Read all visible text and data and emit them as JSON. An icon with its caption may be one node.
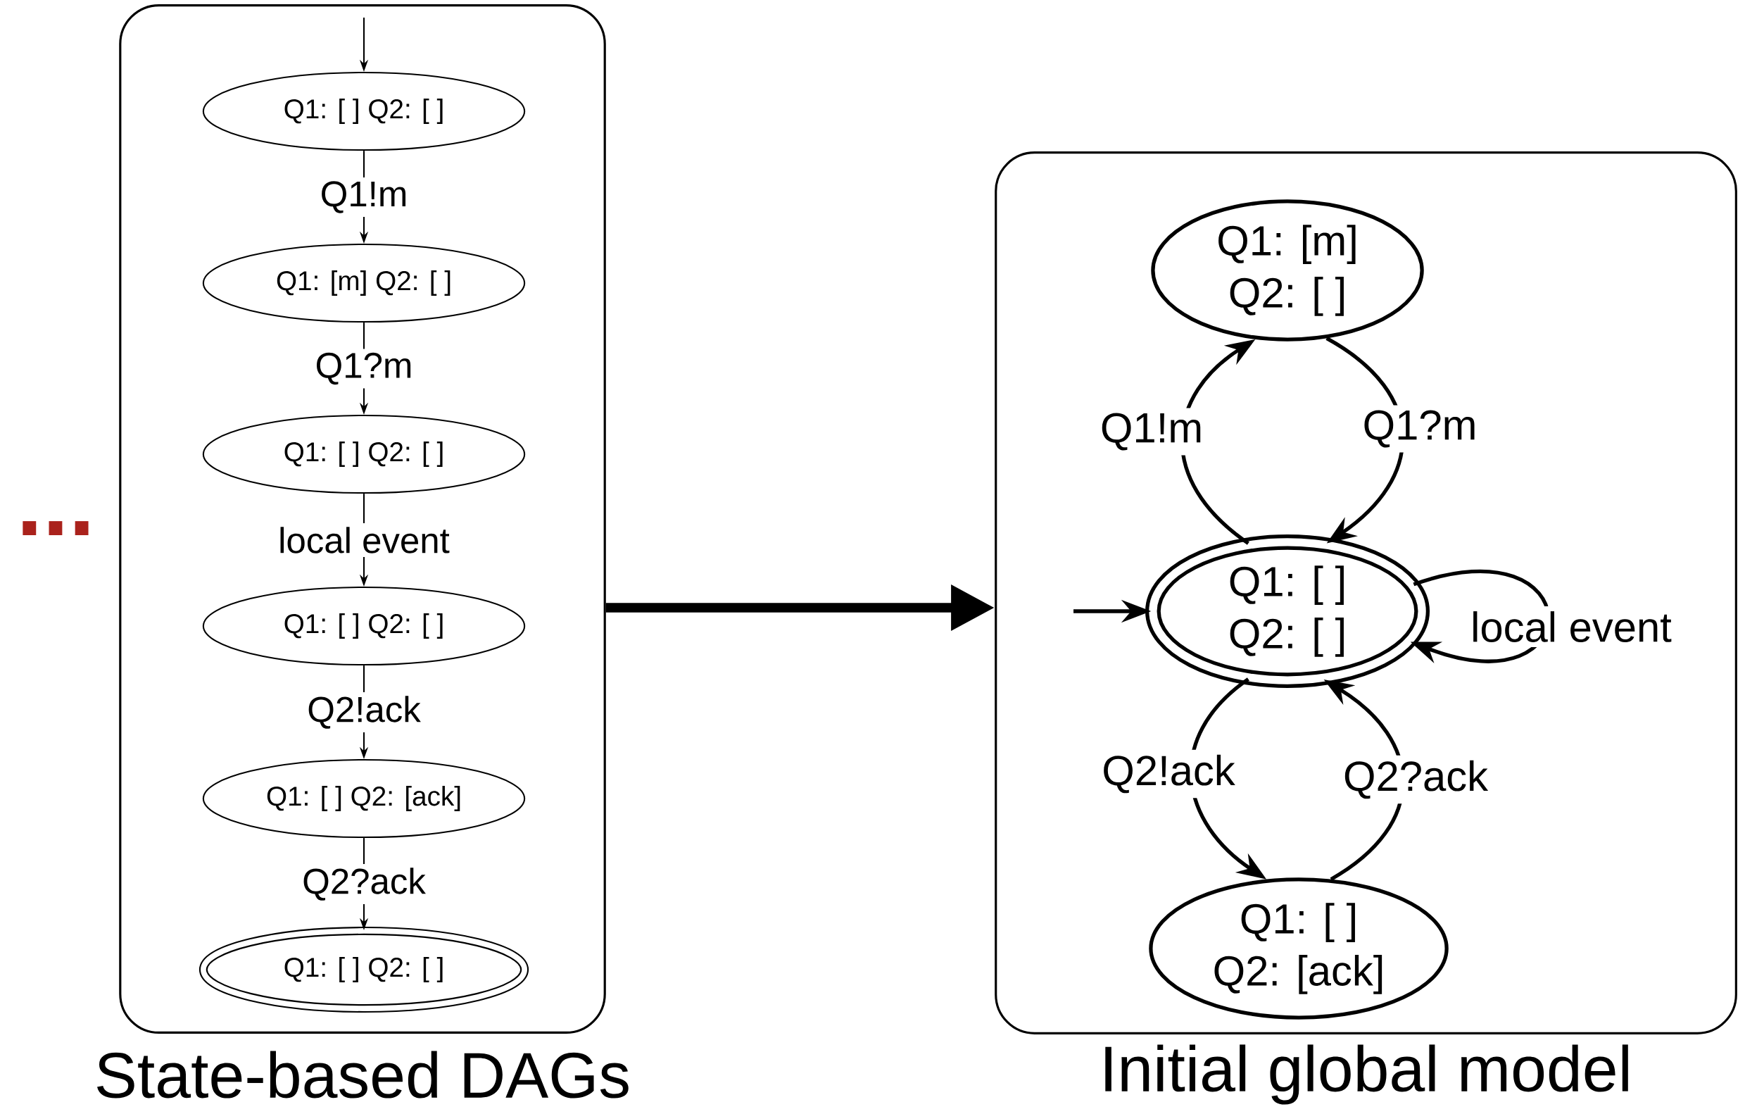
{
  "diagram": {
    "nodes": [
      {
        "text": [
          "State-based DAGs"
        ]
      },
      {
        "text": [
          "Q1: [ ]",
          "Q2: [ ]"
        ],
        "in": 0
      },
      {
        "text": [
          "Q1: [m]",
          "Q2: [ ]"
        ],
        "in": 0
      },
      {
        "text": [
          "Q1: [ ]",
          "Q2: [ ]"
        ],
        "in": 0
      },
      {
        "text": [
          "Q1: [ ]",
          "Q2: [ ]"
        ],
        "in": 0
      },
      {
        "text": [
          "Q1: [ ]",
          "Q2: [ack]"
        ],
        "in": 0
      },
      {
        "text": [
          "Q1: [ ]",
          "Q2: [ ]"
        ],
        "in": 0
      },
      {
        "text": [
          "Initial global model"
        ]
      },
      {
        "text": [
          "Q1: [m]",
          "Q2: [ ]"
        ],
        "in": 7
      },
      {
        "text": [
          "Q1: [ ]",
          "Q2: [ ]"
        ],
        "in": 7
      },
      {
        "text": [
          "Q1: [ ]",
          "Q2: [ack]"
        ],
        "in": 7
      }
    ],
    "edges": [
      {
        "from": null,
        "to": 1,
        "arrow": "to"
      },
      {
        "from": 1,
        "to": 2,
        "arrow": "to",
        "label": "Q1!m"
      },
      {
        "from": 2,
        "to": 3,
        "arrow": "to",
        "label": "Q1?m"
      },
      {
        "from": 3,
        "to": 4,
        "arrow": "to",
        "label": "local event"
      },
      {
        "from": 4,
        "to": 5,
        "arrow": "to",
        "label": "Q2!ack"
      },
      {
        "from": 5,
        "to": 6,
        "arrow": "to",
        "label": "Q2?ack"
      },
      {
        "from": 0,
        "to": 7,
        "arrow": "to",
        "style": "thick"
      },
      {
        "from": null,
        "to": 9,
        "arrow": "to"
      },
      {
        "from": 9,
        "to": 8,
        "arrow": "to",
        "label": "Q1!m"
      },
      {
        "from": 8,
        "to": 9,
        "arrow": "to",
        "label": "Q1?m"
      },
      {
        "from": 9,
        "to": 9,
        "arrow": "to",
        "label": "local event"
      },
      {
        "from": 9,
        "to": 10,
        "arrow": "to",
        "label": "Q2!ack"
      },
      {
        "from": 10,
        "to": 9,
        "arrow": "to",
        "label": "Q2?ack"
      }
    ],
    "labels": [
      "..."
    ]
  }
}
